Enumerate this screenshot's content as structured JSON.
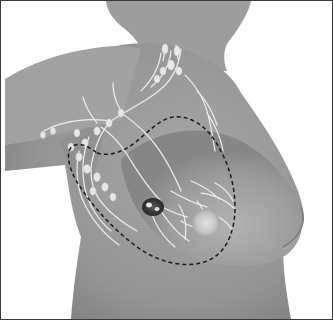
{
  "image": {
    "subject": "breast-lymphatic-illustration",
    "colors": {
      "background": "#ffffff",
      "border": "#3a3a3a",
      "body_fill": "#9a9a9a",
      "body_shadow": "#7c7c7c",
      "skin_edge": "#8a8a8a",
      "lymph_vessel": "#f3f3f3",
      "lymph_node": "#e6e6e6",
      "tumor": "#3d3d3d",
      "nipple": "#c9c9c9",
      "dashed_outline": "#1a1a1a"
    },
    "elements": [
      "torso-silhouette",
      "arm",
      "neck",
      "breast",
      "axillary-lymph-nodes",
      "supraclavicular-lymph-nodes",
      "lymph-vessels",
      "tumor",
      "nipple",
      "dashed-boundary"
    ]
  }
}
